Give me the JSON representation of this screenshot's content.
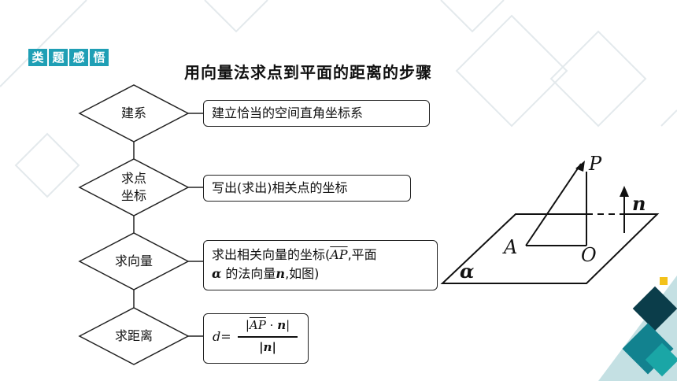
{
  "badge": [
    "类",
    "题",
    "感",
    "悟"
  ],
  "title": "用向量法求点到平面的距离的步骤",
  "steps": [
    {
      "label_line1": "建系",
      "label_line2": "",
      "box": "建立恰当的空间直角坐标系"
    },
    {
      "label_line1": "求点",
      "label_line2": "坐标",
      "box": "写出(求出)相关点的坐标"
    },
    {
      "label_line1": "求向量",
      "label_line2": "",
      "box_line1_prefix": "求出相关向量的坐标(",
      "box_line1_vec": "AP",
      "box_line1_suffix": ",平面",
      "box_line2_alpha": "α",
      "box_line2_mid": "的法向量",
      "box_line2_n": "n",
      "box_line2_suffix": ",如图)"
    },
    {
      "label_line1": "求距离",
      "label_line2": ""
    }
  ],
  "formula": {
    "lhs": "d=",
    "num_left": "|",
    "num_vec": "AP",
    "num_dot": "·",
    "num_n": "n",
    "num_right": "|",
    "den": "|n|"
  },
  "figure": {
    "P": "P",
    "n": "n",
    "A": "A",
    "O": "O",
    "alpha": "α"
  },
  "colors": {
    "accent": "#1f9fb5",
    "deco_teal": "#12828f",
    "deco_dark": "#0b3d4a",
    "deco_yellow": "#f3c21b"
  }
}
